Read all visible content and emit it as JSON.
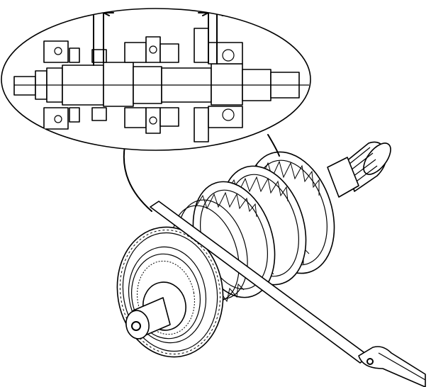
{
  "figure": {
    "colors": {
      "line": "#000000",
      "background": "#ffffff"
    },
    "parts": {
      "detail_callout": "cross-section-detail",
      "gear_assembly": "transmission-shaft-assembly",
      "feeler_gauge": "feeler-gauge-blade"
    }
  }
}
